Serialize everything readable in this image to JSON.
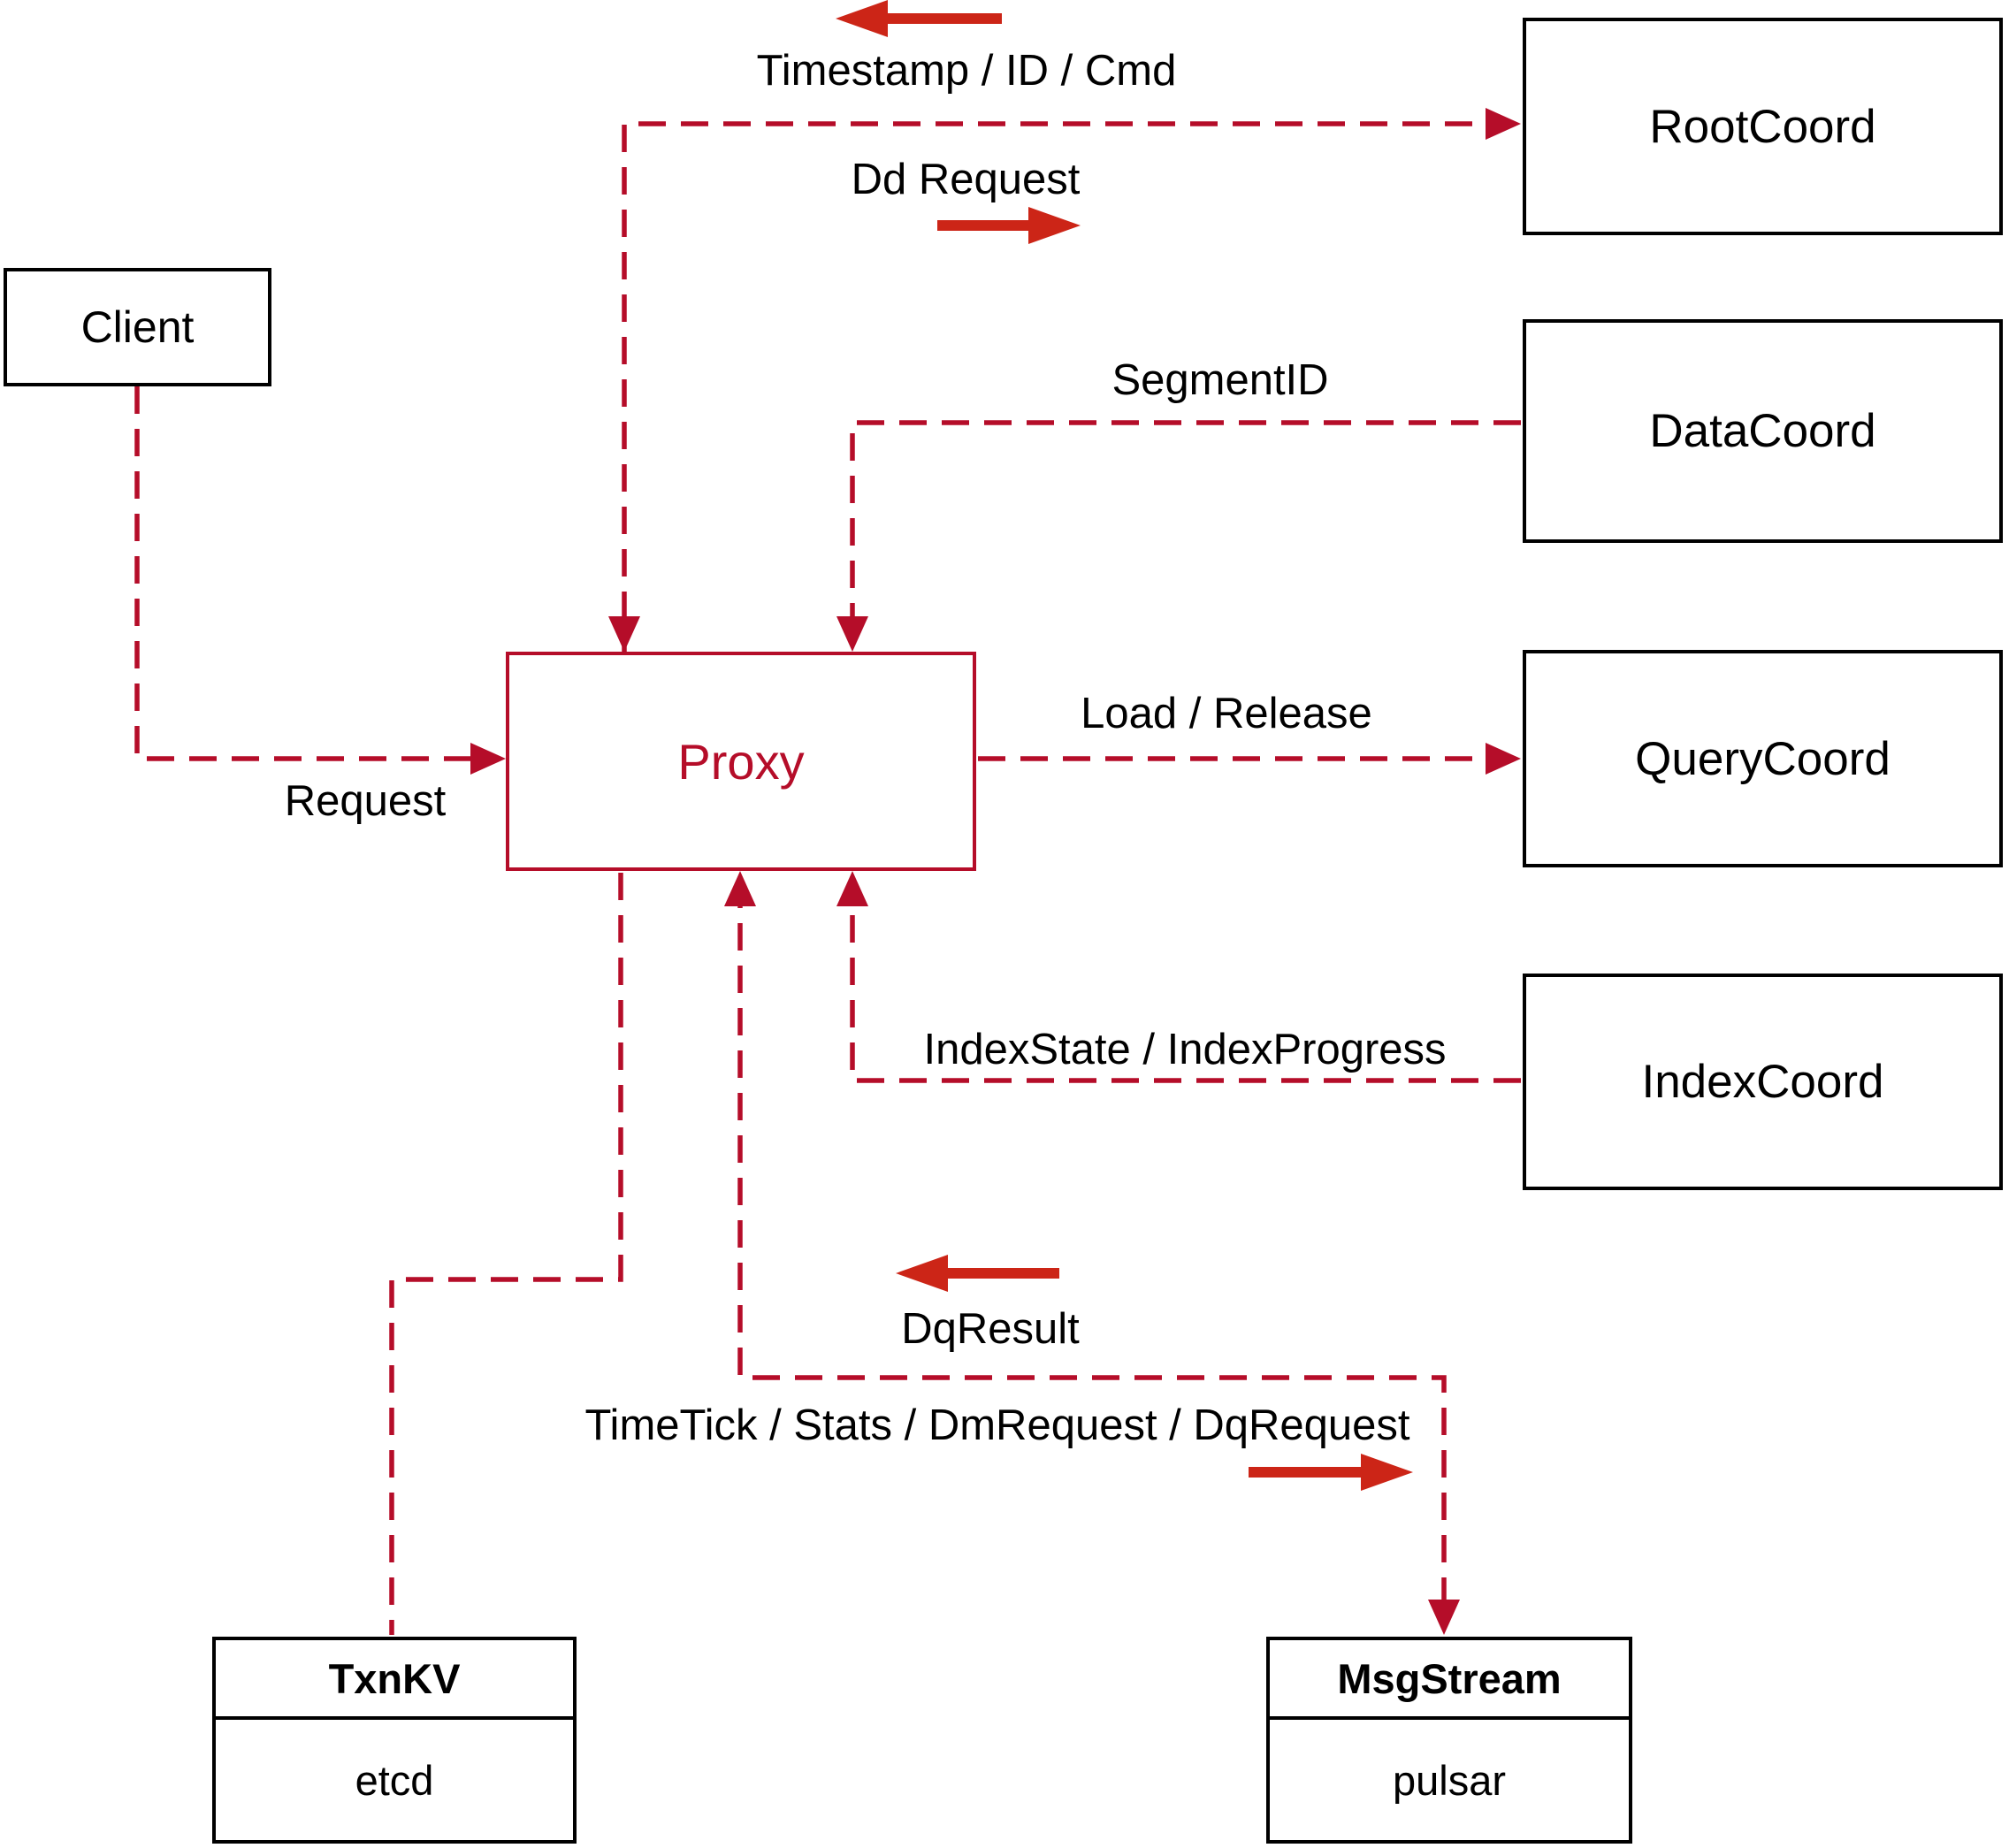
{
  "diagram": {
    "nodes": {
      "client": {
        "label": "Client"
      },
      "proxy": {
        "label": "Proxy"
      },
      "root_coord": {
        "label": "RootCoord"
      },
      "data_coord": {
        "label": "DataCoord"
      },
      "query_coord": {
        "label": "QueryCoord"
      },
      "index_coord": {
        "label": "IndexCoord"
      },
      "txn_kv": {
        "title": "TxnKV",
        "impl": "etcd"
      },
      "msg_stream": {
        "title": "MsgStream",
        "impl": "pulsar"
      }
    },
    "edge_labels": {
      "timestamp_id_cmd": "Timestamp / ID / Cmd",
      "dd_request": "Dd Request",
      "segment_id": "SegmentID",
      "load_release": "Load / Release",
      "index_state_progress": "IndexState / IndexProgress",
      "request": "Request",
      "dq_result": "DqResult",
      "timetick_stats": "TimeTick / Stats / DmRequest / DqRequest"
    },
    "colors": {
      "dashed_line": "#b50d29",
      "solid_arrow": "#cc2517",
      "box_border": "#000000",
      "label_text": "#000000",
      "proxy_accent": "#b50d29",
      "background": "#ffffff"
    }
  }
}
